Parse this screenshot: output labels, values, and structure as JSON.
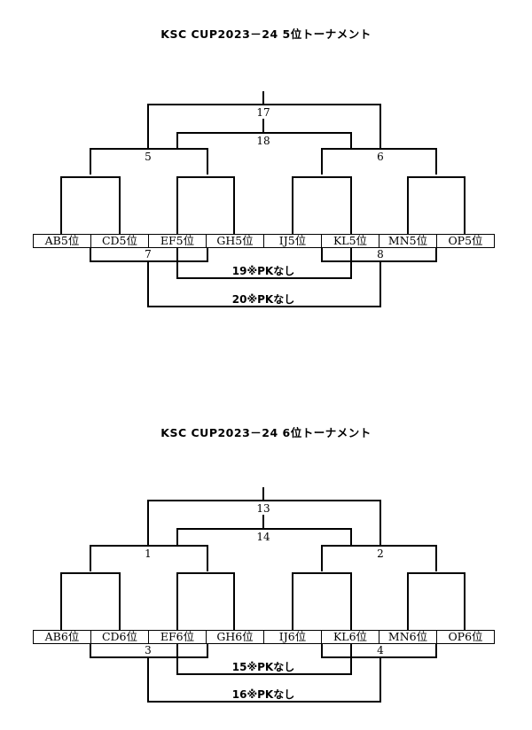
{
  "brackets": [
    {
      "title": "KSC CUP2023－24 5位トーナメント",
      "teams": [
        "AB5位",
        "CD5位",
        "EF5位",
        "GH5位",
        "IJ5位",
        "KL5位",
        "MN5位",
        "OP5位"
      ],
      "matches": {
        "final": "17",
        "final2": "18",
        "left": "5",
        "right": "6",
        "low_left": "7",
        "low_right": "8",
        "low_mid": "19※PKなし",
        "low_outer": "20※PKなし"
      }
    },
    {
      "title": "KSC CUP2023－24 6位トーナメント",
      "teams": [
        "AB6位",
        "CD6位",
        "EF6位",
        "GH6位",
        "IJ6位",
        "KL6位",
        "MN6位",
        "OP6位"
      ],
      "matches": {
        "final": "13",
        "final2": "14",
        "left": "1",
        "right": "2",
        "low_left": "3",
        "low_right": "4",
        "low_mid": "15※PKなし",
        "low_outer": "16※PKなし"
      }
    }
  ]
}
